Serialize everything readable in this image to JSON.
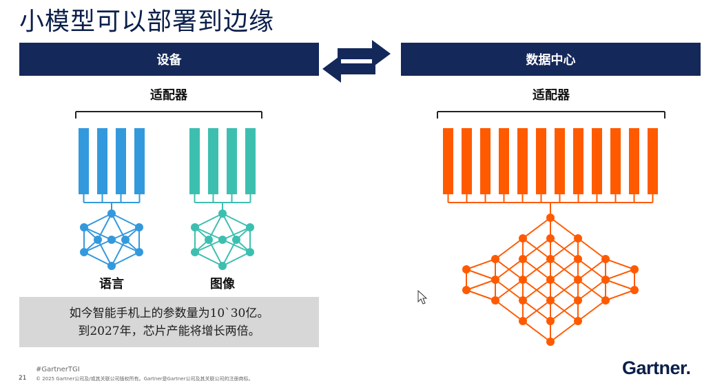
{
  "slide": {
    "title": "小模型可以部署到边缘",
    "left_panel": {
      "header": "设备",
      "adapter_label": "适配器",
      "model_labels": [
        "语言",
        "图像"
      ]
    },
    "right_panel": {
      "header": "数据中心",
      "adapter_label": "适配器"
    },
    "note": {
      "line1": "如今智能手机上的参数量为10`30亿。",
      "line2": "到2027年，芯片产能将增长两倍。"
    },
    "footer": {
      "hashtag": "#GartnerTGI",
      "page_number": "21",
      "copyright": "© 2025 Gartner公司及/或其关联公司版权所有。Gartner是Gartner公司及其关联公司的注册商标。"
    },
    "logo": "Gartner"
  },
  "colors": {
    "header_bg": "#14285a",
    "language_blue": "#3399dd",
    "image_teal": "#3dbfb0",
    "datacenter_orange": "#ff5a00",
    "note_bg": "#d7d7d7"
  },
  "icons": [
    "bidirectional-arrow-icon",
    "neural-network-icon",
    "adapter-bars-icon",
    "mouse-cursor-icon"
  ]
}
